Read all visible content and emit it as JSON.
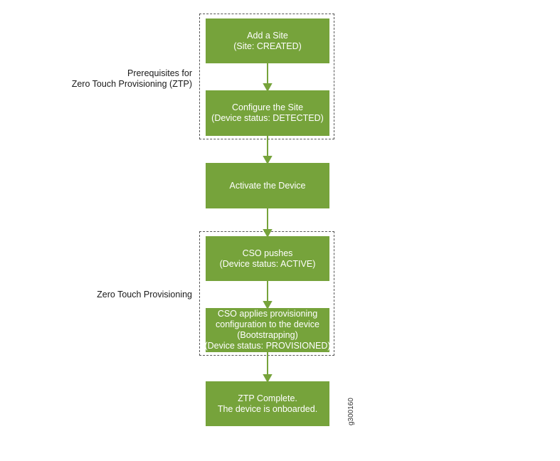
{
  "groups": {
    "prerequisites": {
      "label_lines": [
        "Prerequisites for",
        "Zero Touch Provisioning (ZTP)"
      ]
    },
    "ztp": {
      "label_lines": [
        "Zero Touch Provisioning"
      ]
    }
  },
  "steps": [
    {
      "id": "add-site",
      "lines": [
        "Add a Site",
        "(Site: CREATED)"
      ]
    },
    {
      "id": "configure-site",
      "lines": [
        "Configure the Site",
        "(Device status: DETECTED)"
      ]
    },
    {
      "id": "activate-device",
      "lines": [
        "Activate the Device"
      ]
    },
    {
      "id": "cso-pushes",
      "lines": [
        "CSO pushes",
        "(Device status: ACTIVE)"
      ]
    },
    {
      "id": "cso-applies",
      "lines": [
        "CSO applies provisioning",
        "configuration to the device",
        "(Bootstrapping)",
        "(Device status: PROVISIONED)"
      ]
    },
    {
      "id": "ztp-complete",
      "lines": [
        "ZTP Complete.",
        "The device is onboarded."
      ]
    }
  ],
  "figure_id": "g300160",
  "colors": {
    "step_fill": "#76a33b",
    "step_text": "#ffffff",
    "arrow": "#76a33b",
    "group_border": "#555555"
  }
}
